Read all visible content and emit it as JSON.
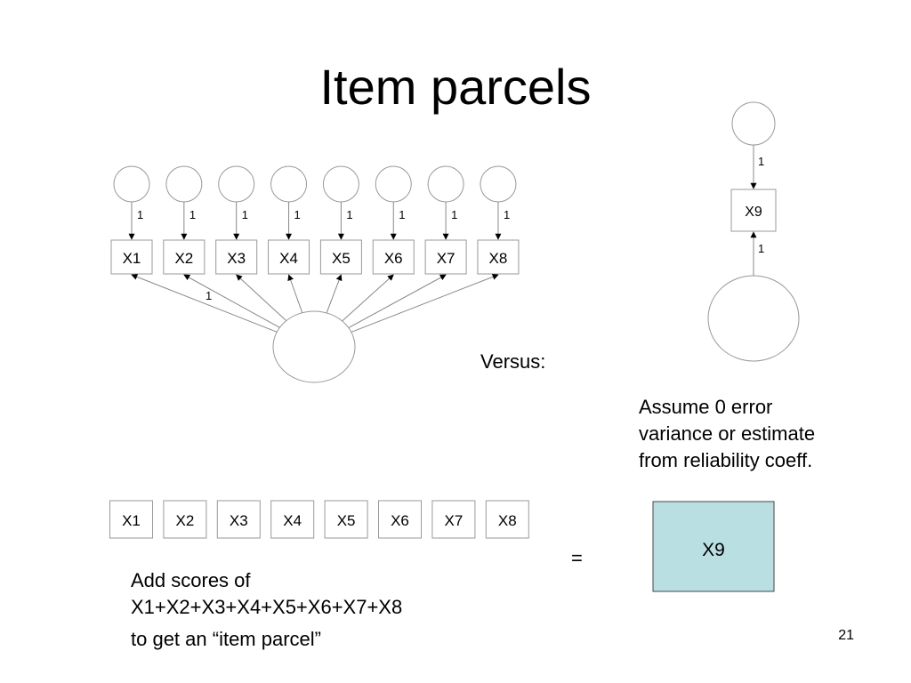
{
  "slide": {
    "title": "Item parcels",
    "page_number": "21"
  },
  "diagram_top": {
    "items": [
      "X1",
      "X2",
      "X3",
      "X4",
      "X5",
      "X6",
      "X7",
      "X8"
    ],
    "error_loading_labels": [
      "1",
      "1",
      "1",
      "1",
      "1",
      "1",
      "1",
      "1"
    ],
    "factor_loading_label": "1"
  },
  "diagram_right": {
    "item": "X9",
    "error_loading_label": "1",
    "factor_loading_label": "1"
  },
  "versus_label": "Versus:",
  "assumption_note": [
    "Assume 0 error",
    "variance or estimate",
    "from reliability coeff."
  ],
  "bottom": {
    "items": [
      "X1",
      "X2",
      "X3",
      "X4",
      "X5",
      "X6",
      "X7",
      "X8"
    ],
    "equals": "=",
    "parcel": "X9",
    "parcel_fill": "#b9dfe3",
    "caption_line1": "Add scores of",
    "caption_line2": "X1+X2+X3+X4+X5+X6+X7+X8",
    "caption_line3": "to get an “item parcel”"
  }
}
